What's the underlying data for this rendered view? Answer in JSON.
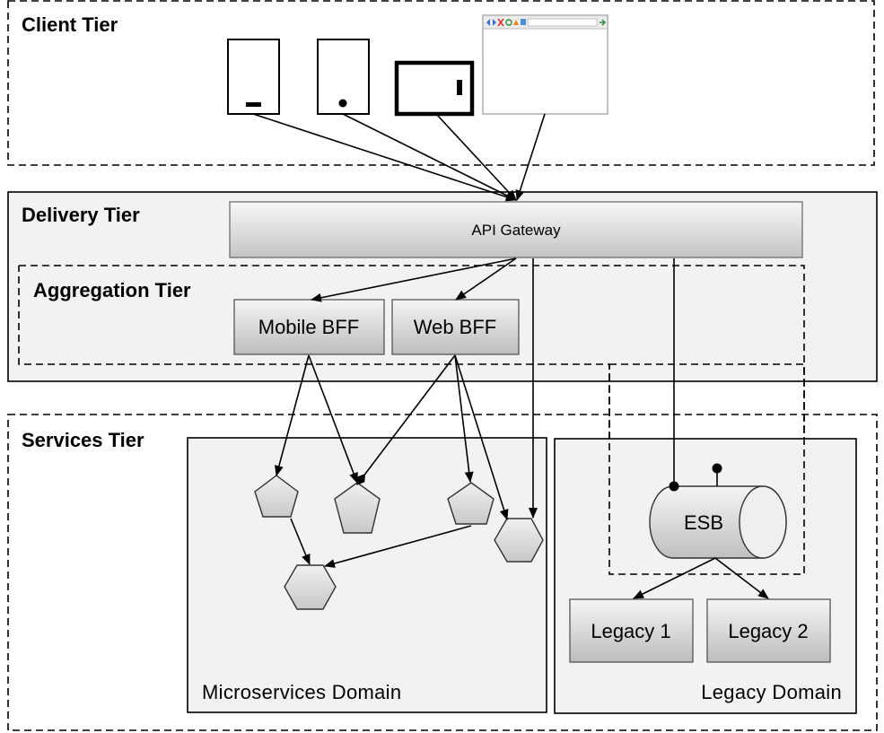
{
  "tiers": {
    "client": "Client Tier",
    "delivery": "Delivery Tier",
    "aggregation": "Aggregation Tier",
    "services": "Services Tier"
  },
  "gateway": "API Gateway",
  "bff": {
    "mobile": "Mobile BFF",
    "web": "Web BFF"
  },
  "esb": "ESB",
  "legacy": {
    "one": "Legacy 1",
    "two": "Legacy 2"
  },
  "domains": {
    "microservices": "Microservices Domain",
    "legacy": "Legacy Domain"
  },
  "colors": {
    "panel": "#f2f2f2",
    "border": "#000000",
    "box_top": "#f4f4f4",
    "box_bottom": "#b8b8b8"
  }
}
